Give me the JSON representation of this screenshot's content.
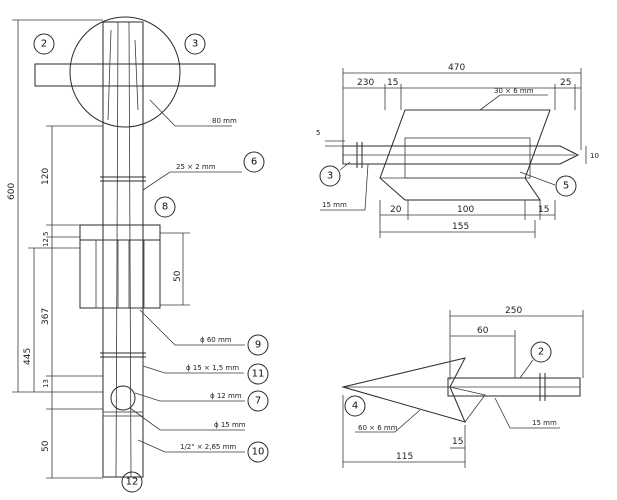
{
  "left": {
    "dim_total": "600",
    "dim_445": "445",
    "dim_367": "367",
    "dim_120": "120",
    "dim_5": "5",
    "dim_12": "12",
    "dim_50a": "50",
    "dim_13": "13",
    "dim_50b": "50",
    "note_sphere": "80 mm",
    "note_tube": "25 × 2 mm",
    "note_collar": "ϕ 60 mm",
    "note_tube15": "ϕ 15 × 1,5 mm",
    "note_rod12": "ϕ 12 mm",
    "note_ball15": "ϕ 15 mm",
    "note_pipe": "1/2\" × 2,65 mm",
    "callouts": [
      "2",
      "3",
      "6",
      "8",
      "9",
      "11",
      "7",
      "10",
      "12"
    ]
  },
  "top_right": {
    "dim_470": "470",
    "dim_230": "230",
    "dim_15a": "15",
    "dim_25": "25",
    "note_plate": "30 × 6 mm",
    "dim_5": "5",
    "dim_10": "10",
    "note_bar": "15 mm",
    "dim_20": "20",
    "dim_100": "100",
    "dim_15b": "15",
    "dim_155": "155",
    "callouts": [
      "3",
      "5"
    ]
  },
  "bottom_right": {
    "dim_250": "250",
    "dim_60": "60",
    "note_plate": "60 × 6 mm",
    "dim_15": "15",
    "note_bar": "15 mm",
    "dim_115": "115",
    "callouts": [
      "2",
      "4"
    ]
  },
  "colors": {
    "fill_light": "#dfe4ea",
    "fill_mid": "#c9d0d9",
    "line": "#2a2a2a"
  }
}
